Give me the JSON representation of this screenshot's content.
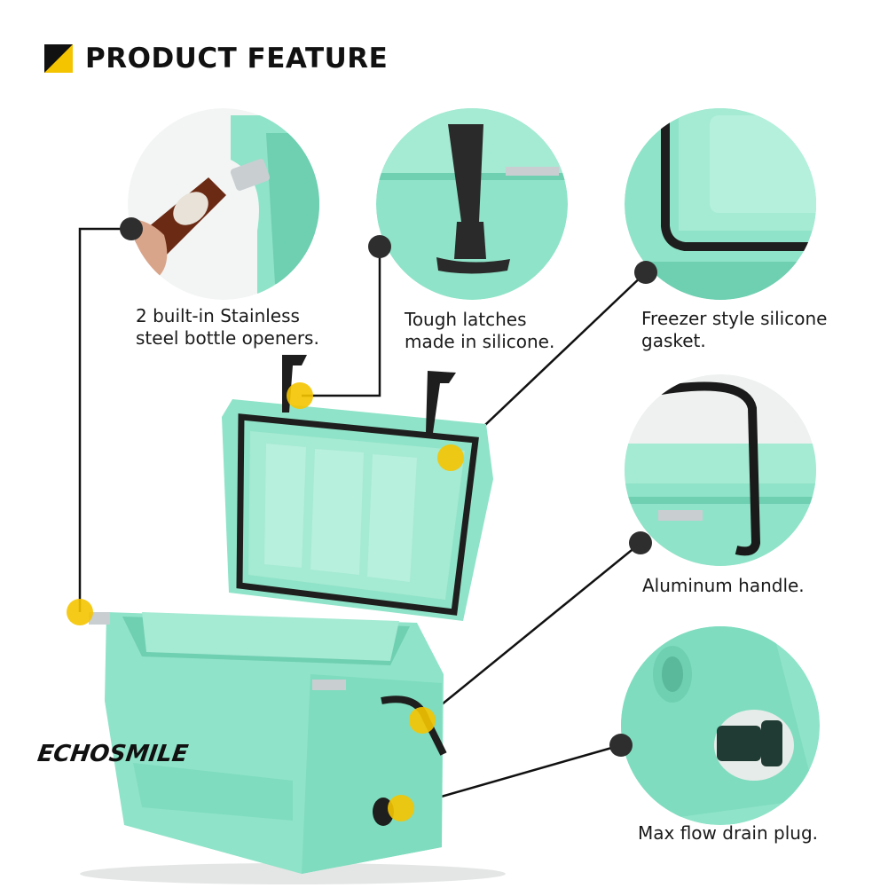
{
  "header": {
    "title": "PRODUCT FEATURE",
    "icon": "yellow-black-triangle-icon",
    "colors": {
      "yellow": "#f5c400",
      "black": "#111111"
    }
  },
  "product": {
    "brand_logo": "ECHOSMILE",
    "color": "#8fe3c8",
    "image": "open-cooler-product"
  },
  "features": [
    {
      "id": "bottle-opener",
      "lines": [
        "2 built-in Stainless",
        "steel bottle openers."
      ]
    },
    {
      "id": "latches",
      "lines": [
        "Tough latches",
        "made in silicone."
      ]
    },
    {
      "id": "gasket",
      "lines": [
        "Freezer style silicone",
        "gasket."
      ]
    },
    {
      "id": "handle",
      "lines": [
        "Aluminum handle."
      ]
    },
    {
      "id": "drain-plug",
      "lines": [
        "Max flow drain plug."
      ]
    }
  ],
  "colors": {
    "marker_yellow": "#f5c400",
    "marker_dark": "#2e2e2e",
    "cooler_mint": "#8fe3c8",
    "cooler_shade": "#6fcfb1",
    "gasket": "#222222",
    "circle_bg": "#e9efed"
  }
}
